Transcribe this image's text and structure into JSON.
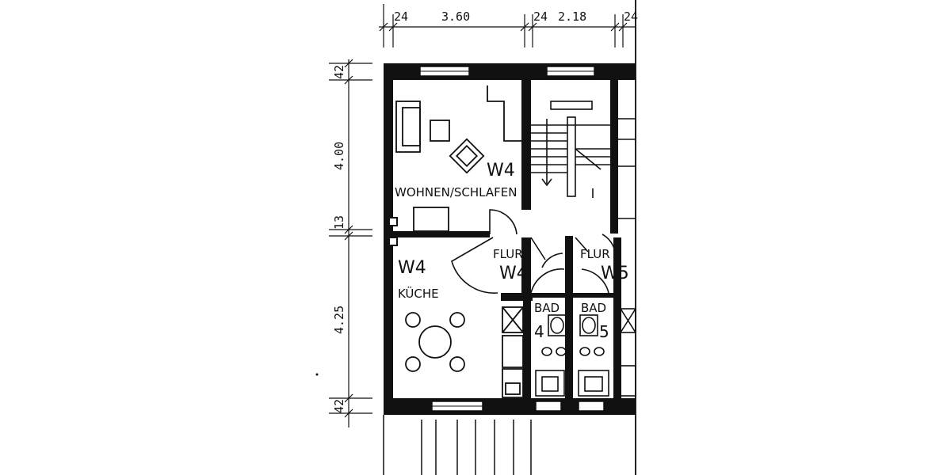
{
  "dimensions": {
    "top": [
      "24",
      "3.60",
      "24",
      "2.18",
      "24"
    ],
    "left": [
      "42",
      "4.00",
      "13",
      "4.25",
      "42"
    ]
  },
  "rooms": {
    "wohnen_unit": "W4",
    "wohnen_name": "WOHNEN/SCHLAFEN",
    "kueche_unit": "W4",
    "kueche_name": "KÜCHE",
    "flur4_name": "FLUR",
    "flur4_unit": "W4",
    "flur5_name": "FLUR",
    "flur5_unit": "W5",
    "bad4_name": "BAD",
    "bad4_num": "4",
    "bad5_name": "BAD",
    "bad5_num": "5"
  }
}
